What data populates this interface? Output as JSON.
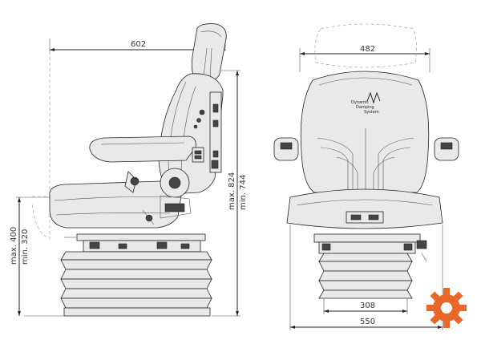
{
  "side_view": {
    "width_label": "602",
    "height_label_max": "max. 824",
    "height_label_min": "min. 744",
    "base_label_max": "max. 400",
    "base_label_min": "min. 320"
  },
  "front_view": {
    "width_label": "482",
    "base_label": "308",
    "overall_label": "550",
    "logo_text": [
      "Dynamic",
      "Damping",
      "System"
    ]
  },
  "brand": {
    "gear_color": "#e8682a"
  }
}
